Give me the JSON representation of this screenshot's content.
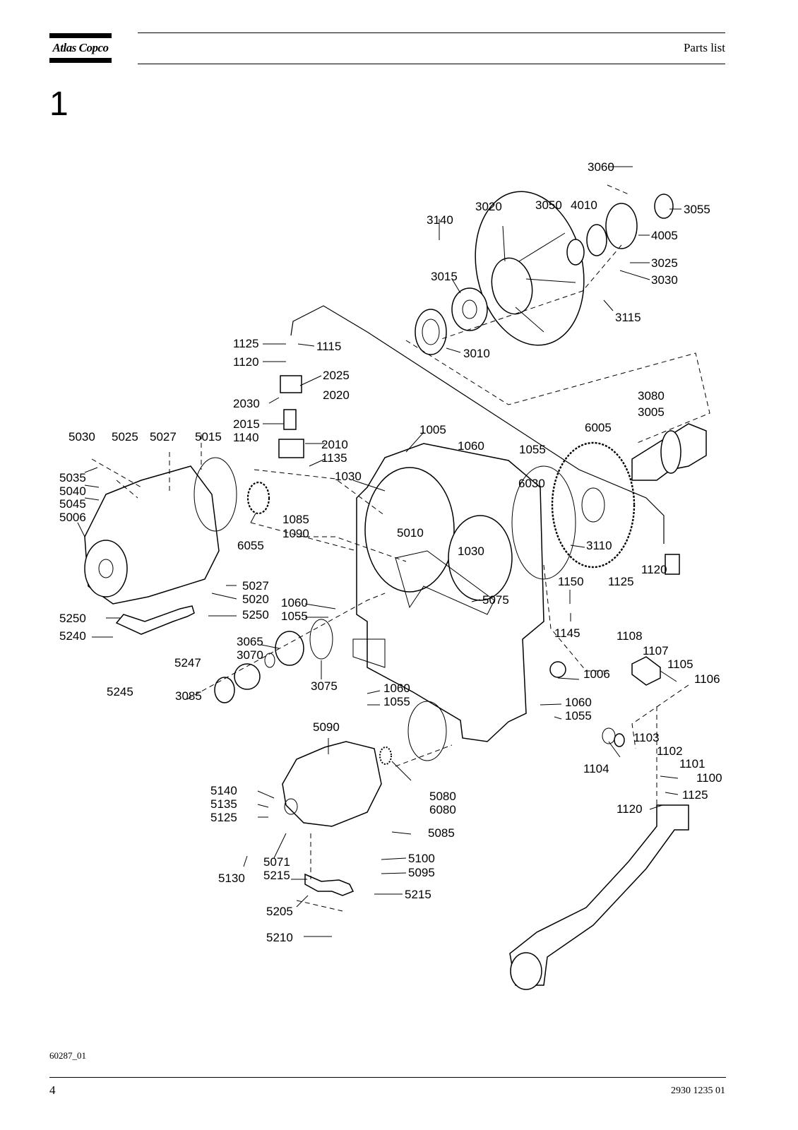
{
  "brand": {
    "logo_text": "Atlas Copco"
  },
  "header": {
    "title": "Parts list"
  },
  "section": {
    "number": "1"
  },
  "diagram": {
    "drawing_id": "60287_01",
    "callouts": [
      "3060",
      "3020",
      "3050",
      "4010",
      "3055",
      "3140",
      "4005",
      "3025",
      "3030",
      "3015",
      "3115",
      "3010",
      "1125",
      "1115",
      "1120",
      "2025",
      "2030",
      "2020",
      "3080",
      "3005",
      "2015",
      "1140",
      "2010",
      "1135",
      "1005",
      "6005",
      "1060",
      "1055",
      "5030",
      "5025",
      "5027",
      "5015",
      "5035",
      "5040",
      "5045",
      "5006",
      "1030",
      "6030",
      "1085",
      "1090",
      "5010",
      "6055",
      "1030",
      "3110",
      "1120",
      "1150",
      "1125",
      "5027",
      "5020",
      "5250",
      "1060",
      "1055",
      "5075",
      "5250",
      "5240",
      "1145",
      "1108",
      "3065",
      "3070",
      "1107",
      "1105",
      "5247",
      "1106",
      "1006",
      "3075",
      "1060",
      "1055",
      "3085",
      "5245",
      "1060",
      "1055",
      "5090",
      "1103",
      "1102",
      "1104",
      "1101",
      "1100",
      "5140",
      "5135",
      "5125",
      "5080",
      "6080",
      "1125",
      "1120",
      "5085",
      "5071",
      "5100",
      "5095",
      "5130",
      "5215",
      "5215",
      "5205",
      "5210"
    ]
  },
  "footer": {
    "page_number": "4",
    "doc_number": "2930 1235 01"
  }
}
